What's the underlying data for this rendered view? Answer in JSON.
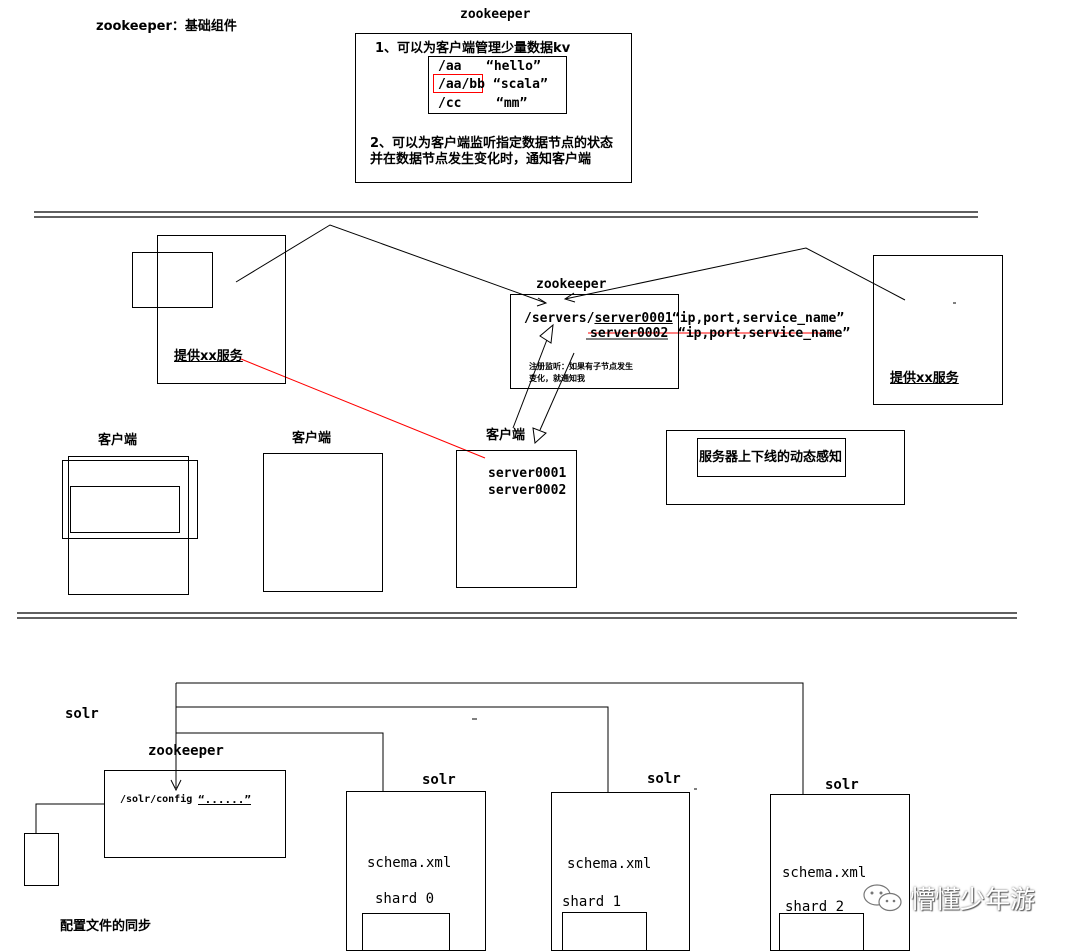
{
  "colors": {
    "line": "#000000",
    "highlight": "#ff0000"
  },
  "section1": {
    "heading": "zookeeper：基础组件",
    "zk_title": "zookeeper",
    "point1": "1、可以为客户端管理少量数据kv",
    "kv": [
      {
        "key": "/aa",
        "value": "“hello”"
      },
      {
        "key": "/aa/bb",
        "value": "“scala”"
      },
      {
        "key": "/cc",
        "value": "“mm”"
      }
    ],
    "point2_line1": "2、可以为客户端监听指定数据节点的状态",
    "point2_line2": "并在数据节点发生变化时，通知客户端"
  },
  "section2": {
    "provider_left": "提供xx服务",
    "provider_right": "提供xx服务",
    "zk_title": "zookeeper",
    "servers_path_prefix": "/servers/",
    "server1": "server0001",
    "server1_value": "“ip,port,service_name”",
    "server2": "server0002",
    "server2_value": "“ip,port,service_name”",
    "watch_note_line1": "注册监听：如果有子节点发生",
    "watch_note_line2": "变化，就通知我",
    "client_label_1": "客户端",
    "client_label_2": "客户端",
    "client_label_3": "客户端",
    "client_list": [
      "server0001",
      "server0002"
    ],
    "summary": "服务器上下线的动态感知"
  },
  "section3": {
    "solr_label": "solr",
    "zk_title": "zookeeper",
    "config_path": "/solr/config",
    "config_value": "“......”",
    "nodes": [
      {
        "title": "solr",
        "schema": "schema.xml",
        "shard": "shard 0"
      },
      {
        "title": "solr",
        "schema": "schema.xml",
        "shard": "shard 1"
      },
      {
        "title": "solr",
        "schema": "schema.xml",
        "shard": "shard 2"
      }
    ],
    "caption": "配置文件的同步"
  },
  "watermark": {
    "text": "懵懂少年游",
    "icon": "wechat-icon"
  }
}
